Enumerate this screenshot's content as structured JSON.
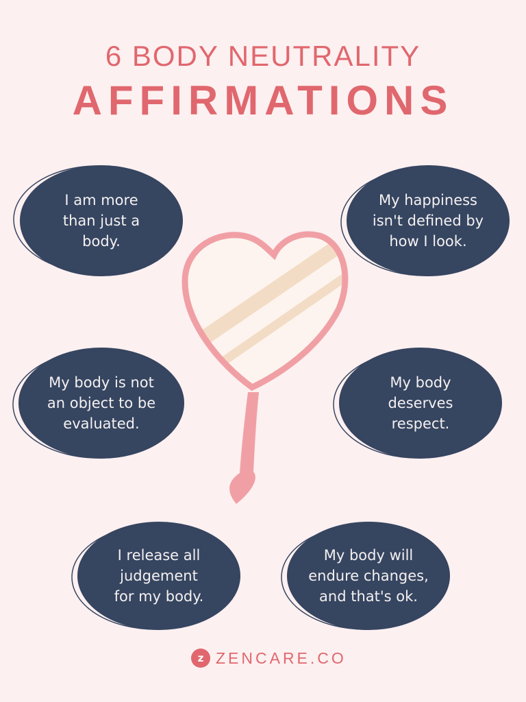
{
  "title": {
    "line1": "6 BODY NEUTRALITY",
    "line2": "AFFIRMATIONS"
  },
  "affirmations": [
    {
      "lines": [
        "I am more",
        "than just a",
        "body."
      ]
    },
    {
      "lines": [
        "My happiness",
        "isn't defined by",
        "how I look."
      ]
    },
    {
      "lines": [
        "My body is not",
        "an object to be",
        "evaluated."
      ]
    },
    {
      "lines": [
        "My body",
        "deserves",
        "respect."
      ]
    },
    {
      "lines": [
        "I release all",
        "judgement",
        "for my body."
      ]
    },
    {
      "lines": [
        "My body will",
        "endure changes,",
        "and that's ok."
      ]
    }
  ],
  "logo": {
    "mark": "z",
    "wordmark": "ZENCARE.CO"
  },
  "colors": {
    "accent": "#e0676e",
    "bubble": "#364560",
    "background": "#fdf0f0",
    "mirror_frame": "#f0a0a5"
  }
}
